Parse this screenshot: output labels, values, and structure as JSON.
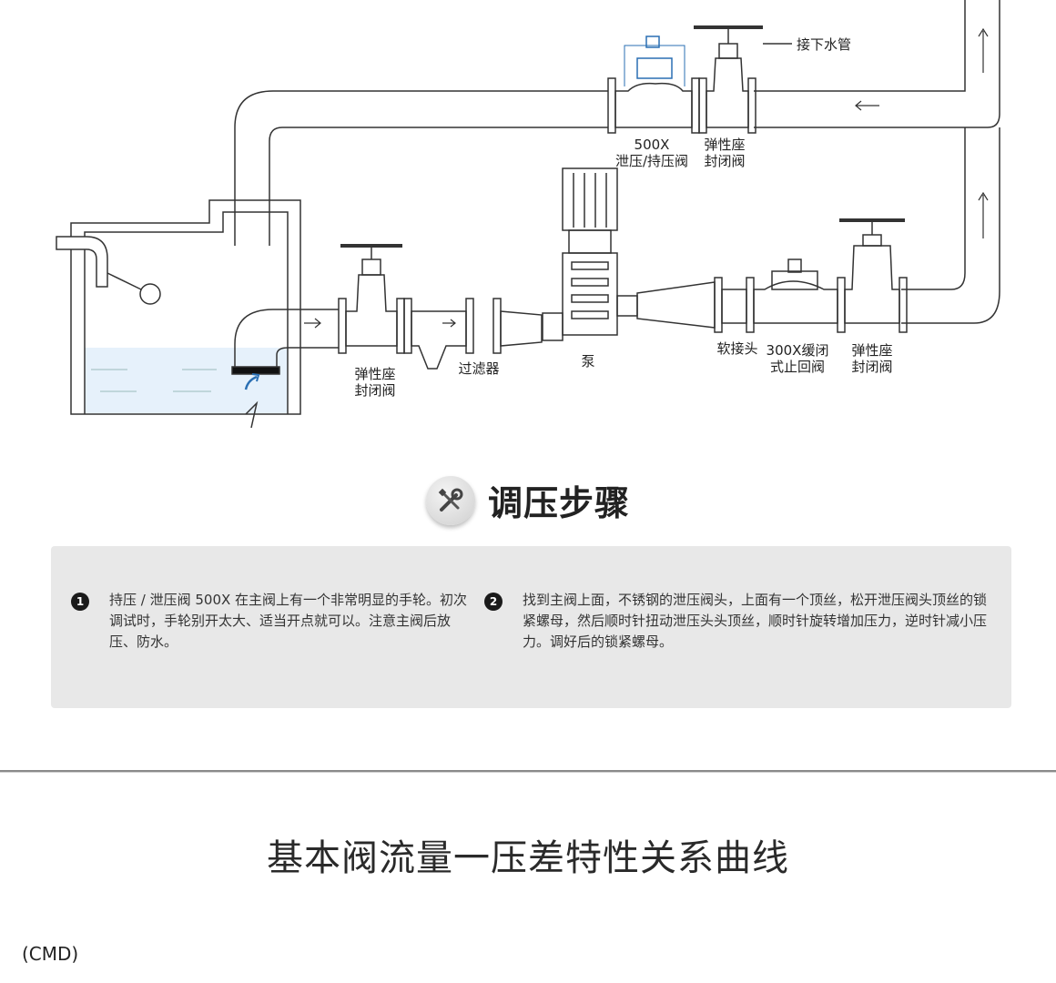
{
  "diagram": {
    "labels": {
      "drain_pipe": "接下水管",
      "valve_500x_code": "500X",
      "valve_500x_name": "泄压/持压阀",
      "gate_valve_top_1": "弹性座",
      "gate_valve_top_2": "封闭阀",
      "gate_valve_in_1": "弹性座",
      "gate_valve_in_2": "封闭阀",
      "filter": "过滤器",
      "pump": "泵",
      "soft_joint": "软接头",
      "check_valve_1": "300X缓闭",
      "check_valve_2": "式止回阀",
      "gate_valve_out_1": "弹性座",
      "gate_valve_out_2": "封闭阀"
    },
    "icons": [
      "flow-arrow-icon",
      "float-ball-icon",
      "handwheel-icon"
    ]
  },
  "steps_section": {
    "title": "调压步骤",
    "icon": "wrench-screwdriver-icon",
    "steps": [
      {
        "num": "1",
        "text": "持压 / 泄压阀 500X 在主阀上有一个非常明显的手轮。初次调试时，手轮别开太大、适当开点就可以。注意主阀后放压、防水。"
      },
      {
        "num": "2",
        "text": "找到主阀上面，不锈钢的泄压阀头，上面有一个顶丝，松开泄压阀头顶丝的锁紧螺母，然后顺时针扭动泄压头头顶丝，顺时针旋转增加压力，逆时针减小压力。调好后的锁紧螺母。"
      }
    ]
  },
  "curve_section": {
    "title": "基本阀流量一压差特性关系曲线",
    "model": "(CMD)"
  },
  "colors": {
    "panel_bg": "#e8e8e8",
    "water": "#e6f1fb",
    "accent_blue": "#2a6fb3",
    "pipe_line": "#333333"
  }
}
